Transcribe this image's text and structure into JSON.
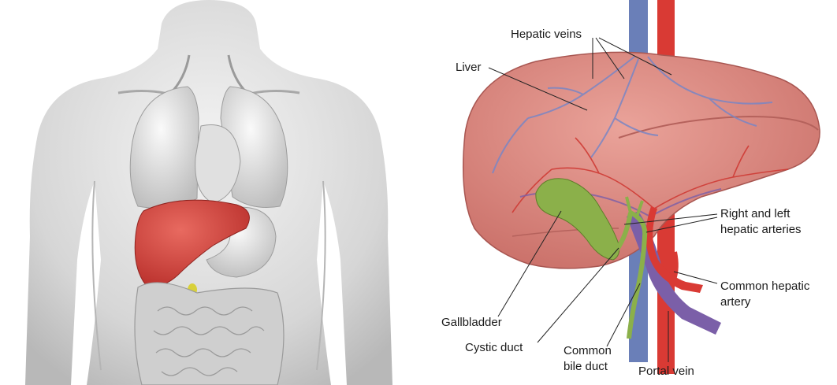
{
  "labels": {
    "hepatic_veins": "Hepatic veins",
    "liver": "Liver",
    "hepatic_arteries_line1": "Right and left",
    "hepatic_arteries_line2": "hepatic arteries",
    "common_hepatic_line1": "Common hepatic",
    "common_hepatic_line2": "artery",
    "gallbladder": "Gallbladder",
    "cystic_duct": "Cystic duct",
    "common_bile_line1": "Common",
    "common_bile_line2": "bile duct",
    "portal_vein": "Portal vein"
  },
  "colors": {
    "liver_highlight": "#d9403c",
    "liver_diagram": "#d8867e",
    "liver_diagram_dark": "#c06a63",
    "gallbladder": "#8bb04a",
    "artery": "#d93a34",
    "vein_blue": "#6a7fb8",
    "portal_purple": "#7b5fa8",
    "body_grey": "#d9d9d9"
  }
}
